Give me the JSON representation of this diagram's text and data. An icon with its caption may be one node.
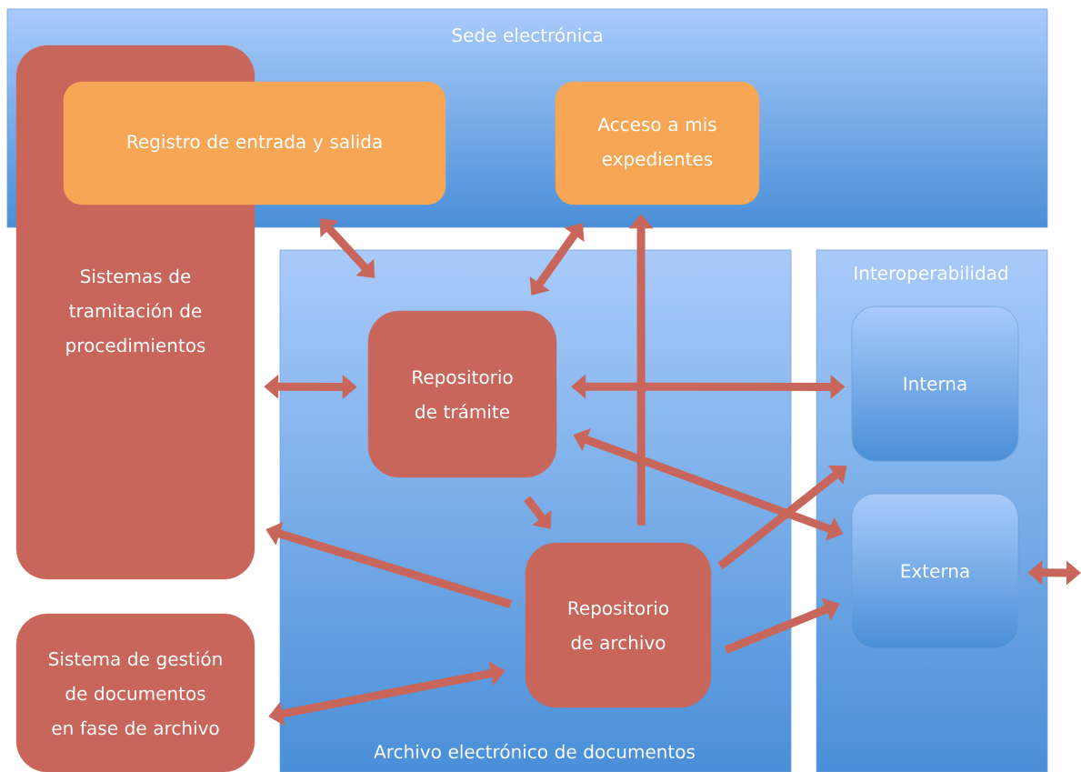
{
  "diagram": {
    "nodes": [
      {
        "text": [
          "Sede electrónica"
        ]
      },
      {
        "text": [
          "Sistemas de tramitación de procedimientos"
        ]
      },
      {
        "text": [
          "Registro de entrada y salida"
        ],
        "in": 0
      },
      {
        "text": [
          "Acceso a mis expedientes"
        ],
        "in": 0
      },
      {
        "text": [
          "Archivo electrónico de documentos"
        ]
      },
      {
        "text": [
          "Repositorio de trámite"
        ],
        "in": 4
      },
      {
        "text": [
          "Repositorio de archivo"
        ],
        "in": 4
      },
      {
        "text": [
          "Interoperabilidad"
        ]
      },
      {
        "text": [
          "Interna"
        ],
        "in": 7
      },
      {
        "text": [
          "Externa"
        ],
        "in": 7
      },
      {
        "text": [
          "Sistema de gestión de documentos en fase de archivo"
        ]
      }
    ],
    "edges": [
      {
        "from": 2,
        "to": 5,
        "arrow": "both"
      },
      {
        "from": 3,
        "to": 5,
        "arrow": "both"
      },
      {
        "from": 6,
        "to": 3,
        "arrow": "to"
      },
      {
        "from": 1,
        "to": 5,
        "arrow": "both"
      },
      {
        "from": 5,
        "to": 8,
        "arrow": "both"
      },
      {
        "from": 5,
        "to": 9,
        "arrow": "both"
      },
      {
        "from": 5,
        "to": 6,
        "arrow": "to"
      },
      {
        "from": 6,
        "to": 1,
        "arrow": "to"
      },
      {
        "from": 6,
        "to": 8,
        "arrow": "to"
      },
      {
        "from": 6,
        "to": 9,
        "arrow": "to"
      },
      {
        "from": 10,
        "to": 6,
        "arrow": "both"
      },
      {
        "from": 9,
        "to": null,
        "arrow": "both"
      }
    ]
  }
}
